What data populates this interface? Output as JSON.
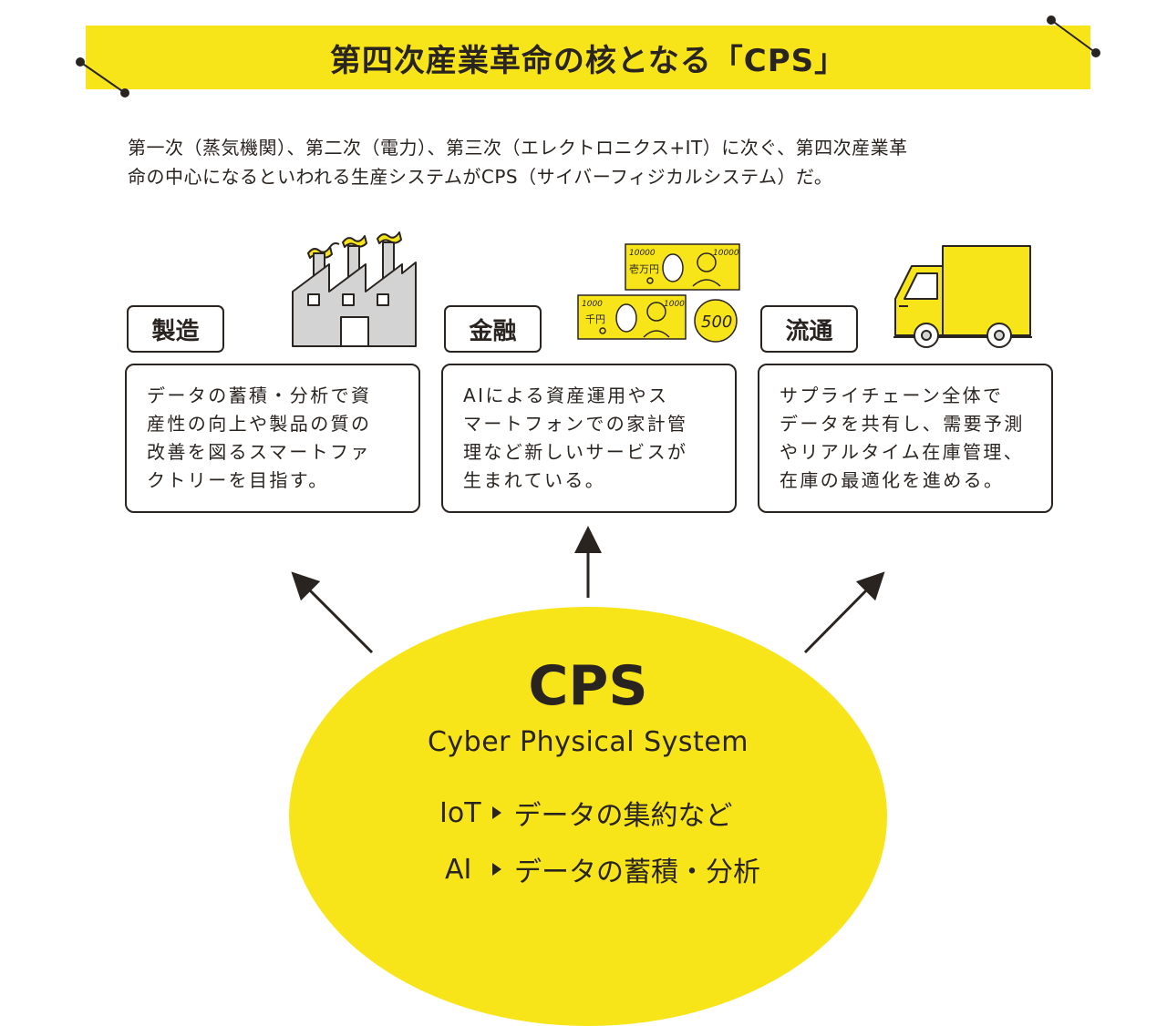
{
  "title": "第四次産業革命の核となる「CPS」",
  "intro": {
    "line1": "第一次（蒸気機関）、第二次（電力）、第三次（エレクトロニクス+IT）に次ぐ、第四次産業革",
    "line2": "命の中心になるといわれる生産システムがCPS（サイバーフィジカルシステム）だ。"
  },
  "categories": [
    {
      "label": "製造",
      "icon": "factory-icon",
      "lines": [
        "データの蓄積・分析で資",
        "産性の向上や製品の質の",
        "改善を図るスマートファ",
        "クトリーを目指す。"
      ]
    },
    {
      "label": "金融",
      "icon": "banknotes-icon",
      "lines": [
        "AIによる資産運用やス",
        "マートフォンでの家計管",
        "理など新しいサービスが",
        "生まれている。"
      ],
      "money": {
        "note_large_number": "10000",
        "note_large_label": "壱万円",
        "note_small_number": "1000",
        "note_small_label": "千円",
        "coin_value": "500"
      }
    },
    {
      "label": "流通",
      "icon": "truck-icon",
      "lines": [
        "サプライチェーン全体で",
        "データを共有し、需要予測",
        "やリアルタイム在庫管理、",
        "在庫の最適化を進める。"
      ]
    }
  ],
  "cps": {
    "title": "CPS",
    "subtitle": "Cyber Physical System",
    "items": [
      {
        "key": "IoT",
        "text": "データの集約など"
      },
      {
        "key": "AI",
        "text": "データの蓄積・分析"
      }
    ]
  },
  "colors": {
    "accent_yellow": "#f7e51a",
    "ink": "#2a2420",
    "factory_gray": "#d3d3d3"
  }
}
